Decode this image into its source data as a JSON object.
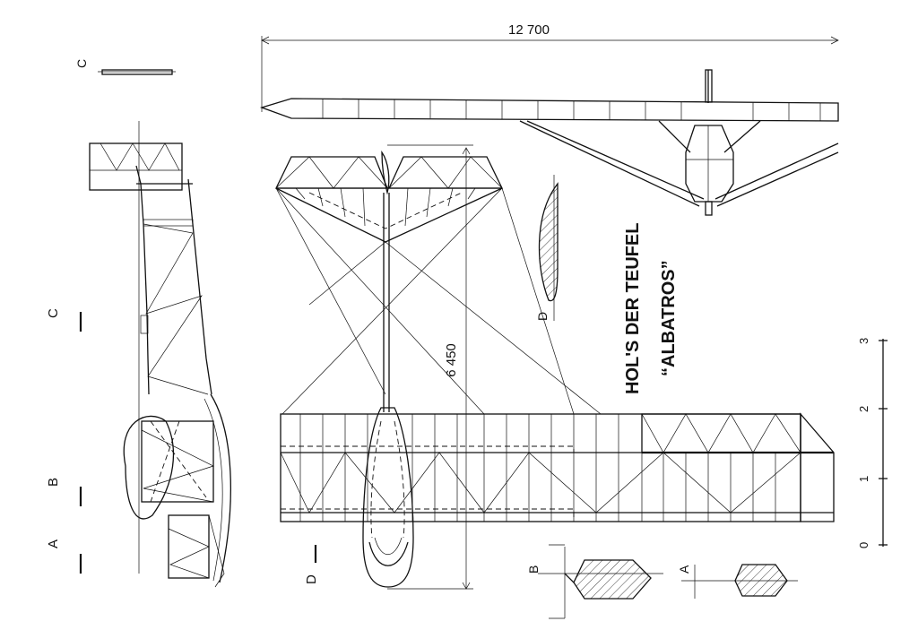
{
  "drawing": {
    "title_line1": "HOL'S DER TEUFEL",
    "title_line2": "“ALBATROS”",
    "span_label": "12 700",
    "length_label": "6 450"
  },
  "sections": {
    "a": "A",
    "b": "B",
    "c": "C",
    "d": "D"
  },
  "scale": {
    "ticks": [
      "0",
      "1",
      "2",
      "3"
    ]
  }
}
